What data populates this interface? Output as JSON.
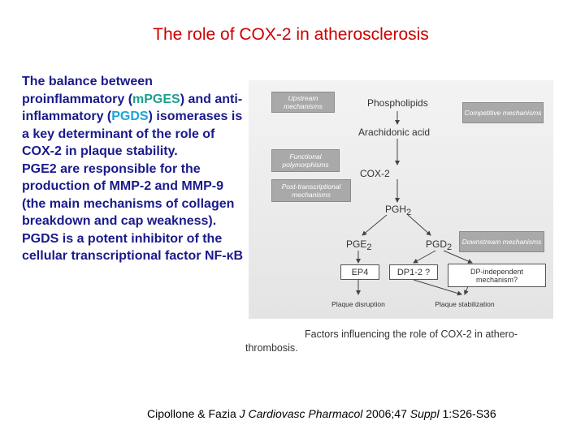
{
  "slide": {
    "title": "The role of COX-2 in atherosclerosis",
    "body": {
      "p1_a": "The balance between proinflammatory (",
      "p1_mpges": "mPGES",
      "p1_b": ") and anti-inflammatory (",
      "p1_pgds": "PGDS",
      "p1_c": ") isomerases is a key determinant of the role of COX-2 in plaque stability.",
      "p2": "PGE2 are responsible for the production of MMP-2 and MMP-9 (the main mechanisms of collagen breakdown and cap weakness).",
      "p3_a": "PGDS is a potent inhibitor of the cellular transcriptional factor NF-",
      "p3_kappa": "κ",
      "p3_b": "B"
    },
    "highlight_colors": {
      "mpges": "#1f9e8f",
      "pgds": "#1fa3d9",
      "title": "#cc0000",
      "body": "#1a1a8c"
    },
    "figure": {
      "upstream": "Upstream mechanisms",
      "competitive": "Competitive mechanisms",
      "functional": "Functional polymorphisms",
      "posttranscriptional": "Post-transcriptional mechanisms",
      "downstream": "Downstream mechanisms",
      "phospholipids": "Phospholipids",
      "arachidonic": "Arachidonic acid",
      "cox2": "COX-2",
      "pgh": "PGH",
      "pge": "PGE",
      "pgd": "PGD",
      "sub": "2",
      "ep4": "EP4",
      "dp": "DP1-2 ?",
      "dp_independent": "DP-independent mechanism?",
      "plaque_disruption": "Plaque disruption",
      "plaque_stabilization": "Plaque stabilization"
    },
    "caption": "Factors influencing the role of COX-2 in athero-thrombosis.",
    "citation": {
      "authors": "Cipollone & Fazia ",
      "journal": "J Cardiovasc Pharmacol",
      "details": " 2006;47 ",
      "suppl": "Suppl",
      "pages": " 1:S26-S36"
    }
  }
}
